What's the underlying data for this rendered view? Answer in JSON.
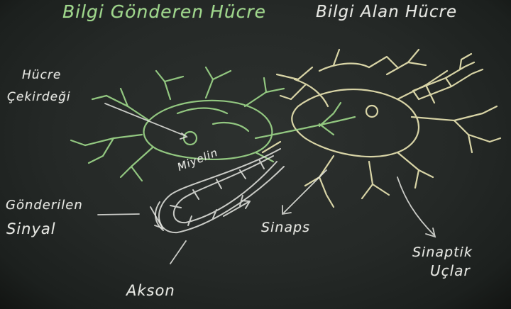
{
  "titles": {
    "sender_cell": "Bilgi Gönderen Hücre",
    "receiver_cell": "Bilgi Alan Hücre"
  },
  "labels": {
    "hucre": "Hücre",
    "cekirdegi": "Çekirdeği",
    "gonderilen": "Gönderilen",
    "sinyal": "Sinyal",
    "miyelin": "Miyelin",
    "sinaps": "Sinaps",
    "sinaptik": "Sinaptik",
    "uclar": "Uçlar",
    "akson": "Akson"
  },
  "colors": {
    "board": "#252927",
    "sender_chalk": "#9ed88a",
    "receiver_chalk": "#ece7b4",
    "label_chalk": "#e6e7e2"
  }
}
